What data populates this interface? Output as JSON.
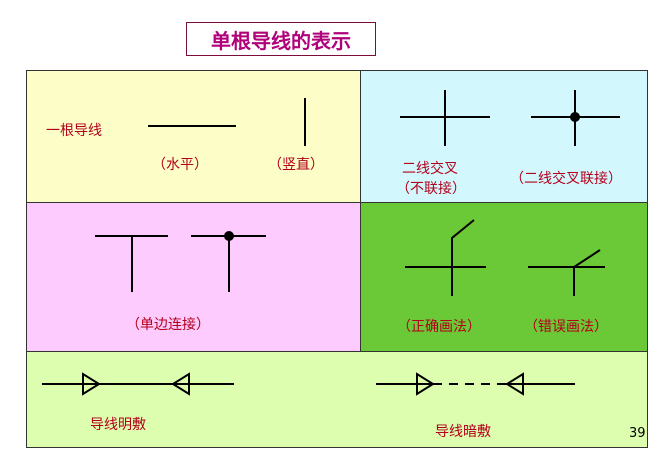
{
  "title": "单根导线的表示",
  "labels": {
    "single_wire": "一根导线",
    "horizontal": "（水平）",
    "vertical": "（竖直）",
    "cross_no_join_1": "二线交叉",
    "cross_no_join_2": "（不联接）",
    "cross_join": "（二线交叉联接）",
    "single_side": "（单边连接）",
    "correct": "（正确画法）",
    "wrong": "（错误画法）",
    "exposed": "导线明敷",
    "concealed": "导线暗敷"
  },
  "page_number": "39",
  "colors": {
    "label": "#b3001b",
    "title": "#b0007a",
    "panel_yellow": "#fdfdc8",
    "panel_cyan": "#d2f8fd",
    "panel_pink": "#fdcbfd",
    "panel_green": "#6bc836",
    "panel_lightgreen": "#ddfdaf"
  }
}
